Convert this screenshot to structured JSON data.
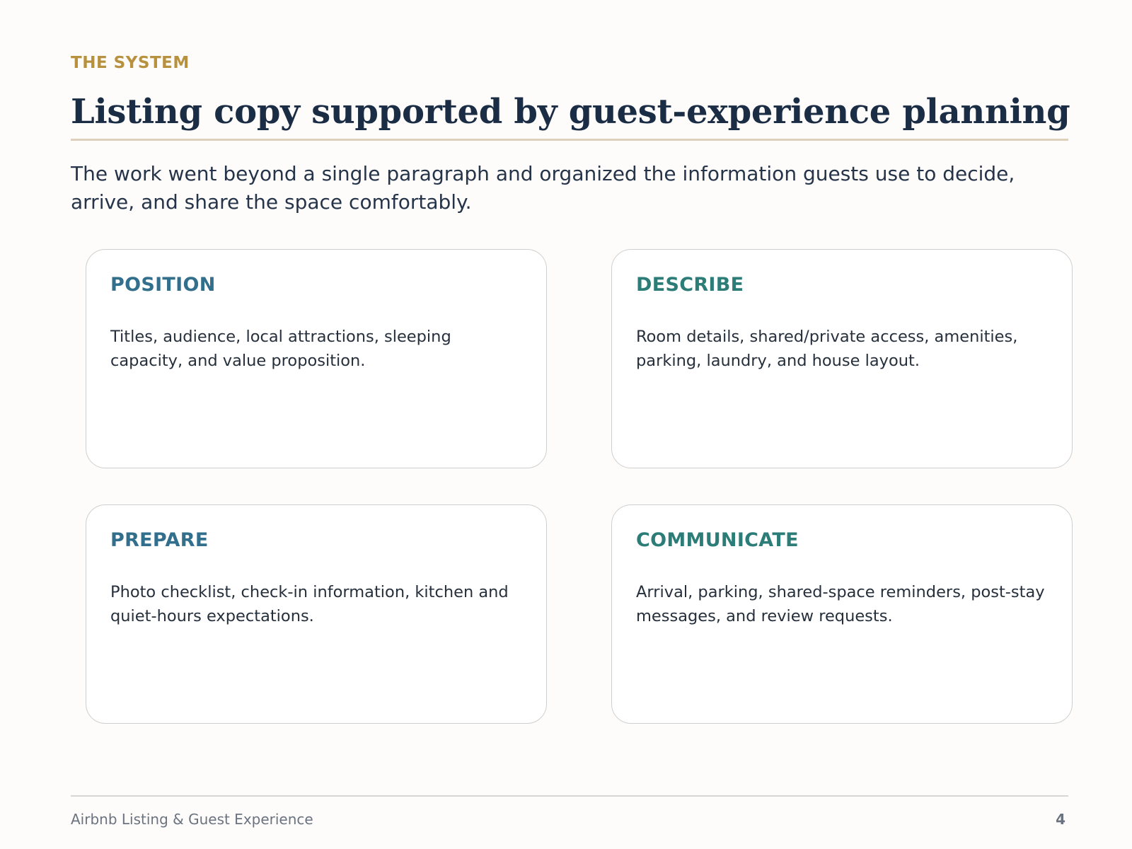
{
  "header": {
    "eyebrow": "THE SYSTEM",
    "title": "Listing copy supported by guest-experience planning",
    "lede": "The work went beyond a single paragraph and organized the information guests use to decide, arrive, and share the space comfortably."
  },
  "cards": [
    {
      "heading": "POSITION",
      "body": "Titles, audience, local attractions, sleeping capacity, and value proposition."
    },
    {
      "heading": "DESCRIBE",
      "body": "Room details, shared/private access, amenities, parking, laundry, and house layout."
    },
    {
      "heading": "PREPARE",
      "body": "Photo checklist, check-in information, kitchen and quiet-hours expectations."
    },
    {
      "heading": "COMMUNICATE",
      "body": "Arrival, parking, shared-space reminders, post-stay messages, and review requests."
    }
  ],
  "footer": {
    "label": "Airbnb Listing & Guest Experience",
    "page_number": "4"
  },
  "colors": {
    "eyebrow": "#b8913f",
    "title": "#1b2d45",
    "heading_blue": "#326f8c",
    "heading_teal": "#2c7d78",
    "rule": "#dfd0bc"
  }
}
